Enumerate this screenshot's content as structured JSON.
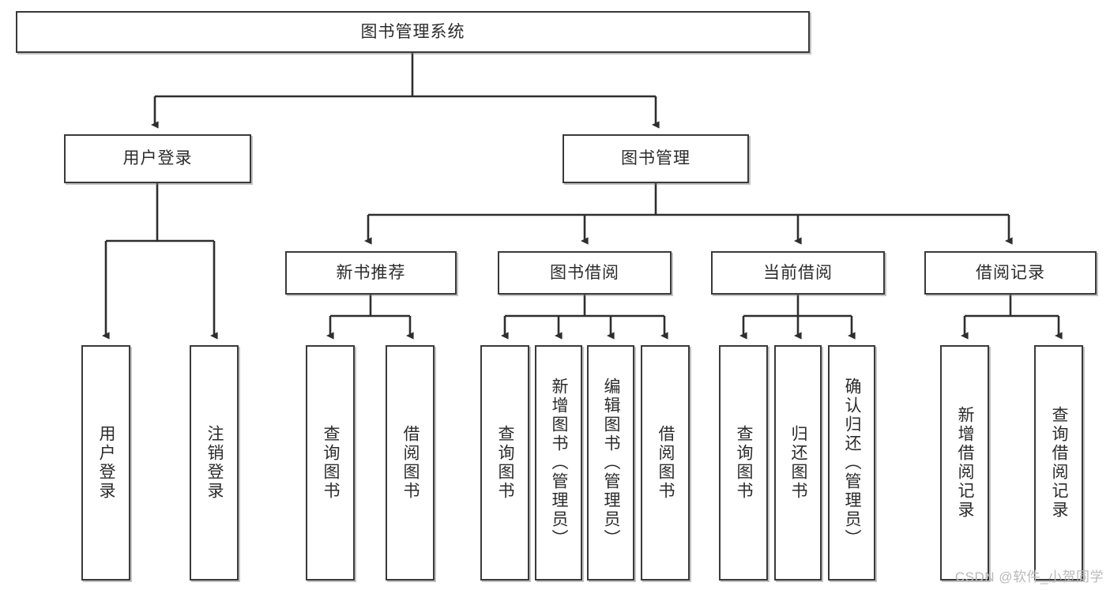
{
  "diagram": {
    "title_node": {
      "label": "图书管理系统"
    },
    "level2": [
      {
        "id": "user-login",
        "label": "用户登录"
      },
      {
        "id": "book-manage",
        "label": "图书管理"
      }
    ],
    "level3": [
      {
        "id": "new-book-rec",
        "label": "新书推荐"
      },
      {
        "id": "book-borrow",
        "label": "图书借阅"
      },
      {
        "id": "current-borrow",
        "label": "当前借阅"
      },
      {
        "id": "borrow-record",
        "label": "借阅记录"
      }
    ],
    "leaves": [
      {
        "id": "leaf-user-login",
        "label": "用户登录"
      },
      {
        "id": "leaf-user-logout",
        "label": "注销登录"
      },
      {
        "id": "leaf-query-book-1",
        "label": "查询图书"
      },
      {
        "id": "leaf-borrow-book-1",
        "label": "借阅图书"
      },
      {
        "id": "leaf-query-book-2",
        "label": "查询图书"
      },
      {
        "id": "leaf-add-book",
        "label": "新增图书（管理员）"
      },
      {
        "id": "leaf-edit-book",
        "label": "编辑图书（管理员）"
      },
      {
        "id": "leaf-borrow-book-2",
        "label": "借阅图书"
      },
      {
        "id": "leaf-query-book-3",
        "label": "查询图书"
      },
      {
        "id": "leaf-return-book",
        "label": "归还图书"
      },
      {
        "id": "leaf-confirm-return",
        "label": "确认归还（管理员）"
      },
      {
        "id": "leaf-add-record",
        "label": "新增借阅记录"
      },
      {
        "id": "leaf-query-record",
        "label": "查询借阅记录"
      }
    ],
    "colors": {
      "box_border": "#3a3a3a",
      "box_fill": "#ffffff",
      "connector": "#2e2e2e",
      "text": "#2b2b2b",
      "watermark": "#b9b9b9"
    }
  },
  "watermark": {
    "text": "CSDN @软件_小贺同学"
  }
}
